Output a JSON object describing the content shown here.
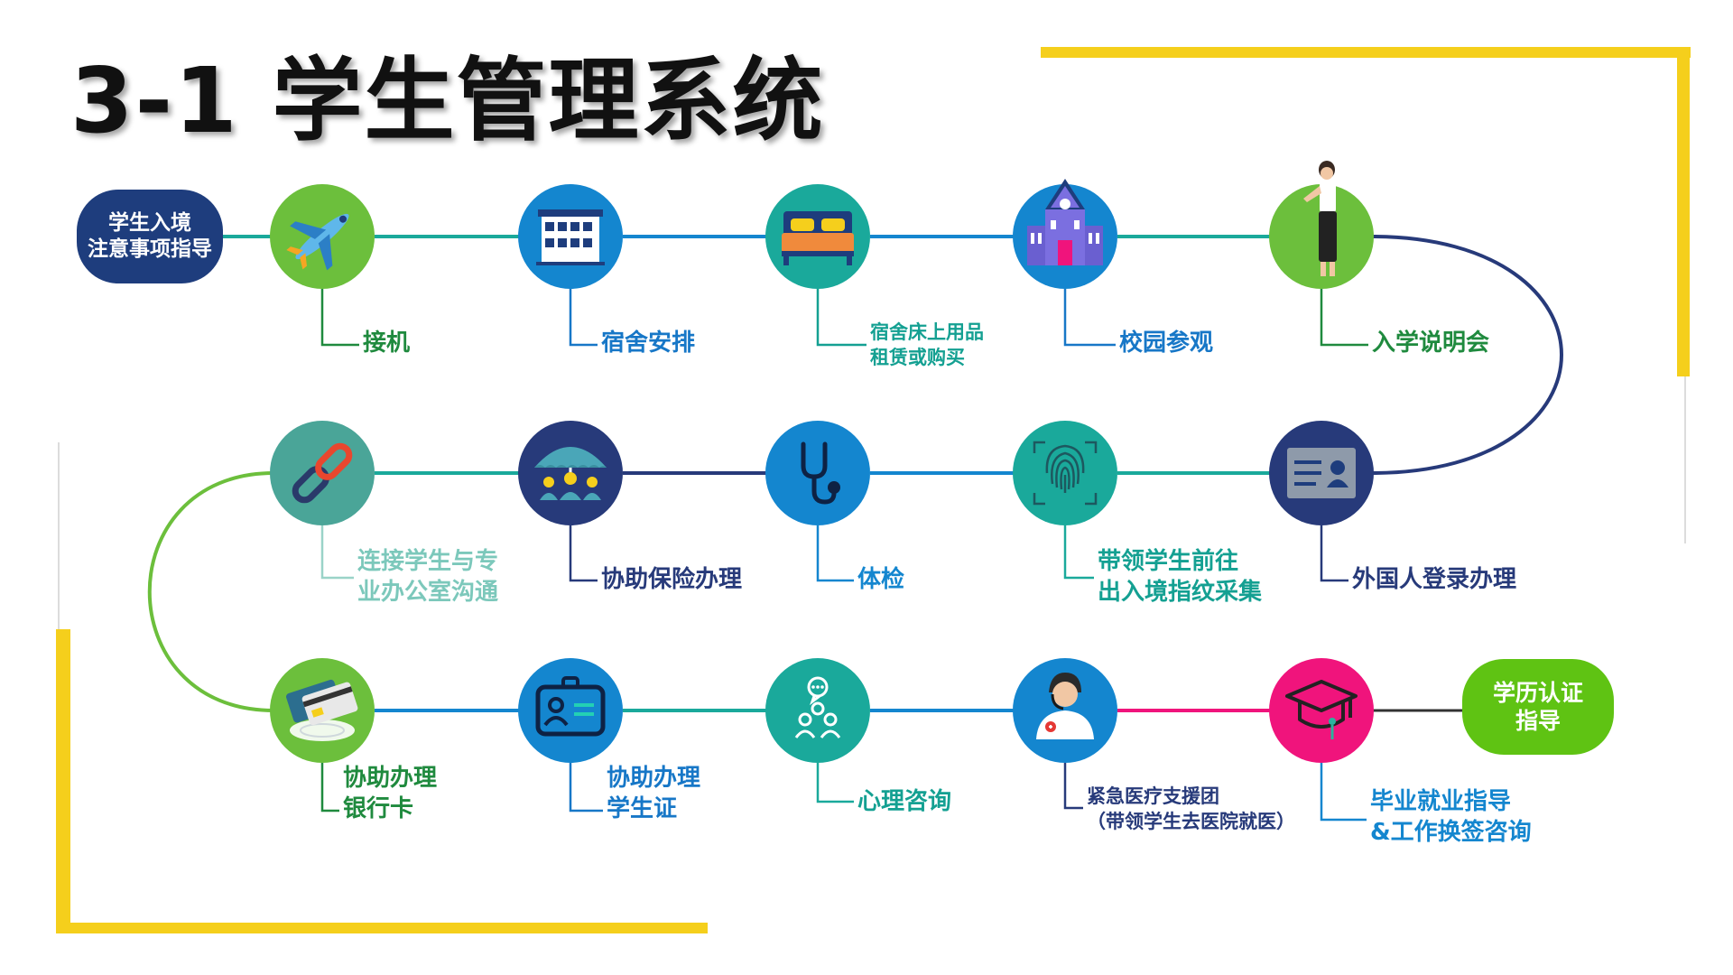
{
  "title": "3-1 学生管理系统",
  "start": "学生入境\n注意事项指导",
  "end": "学历认证\n指导",
  "steps": {
    "pickup": "接机",
    "dorm": "宿舍安排",
    "bedding": "宿舍床上用品\n租赁或购买",
    "tour": "校园参观",
    "orientation": "入学说明会",
    "registration": "外国人登录办理",
    "fingerprint": "带领学生前往\n出入境指纹采集",
    "checkup": "体检",
    "insurance": "协助保险办理",
    "connect": "连接学生与专\n业办公室沟通",
    "bank": "协助办理\n银行卡",
    "student_id": "协助办理\n学生证",
    "counseling": "心理咨询",
    "medical": "紧急医疗支援团\n（带领学生去医院就医）",
    "career": "毕业就业指导\n&工作换签咨询"
  },
  "colors": {
    "accent_yellow": "#f5cf1c",
    "navy": "#1e3d7d",
    "teal": "#1aa99b",
    "green": "#6cbf3c",
    "blue": "#1486cf",
    "pink": "#f0147c",
    "label_green": "#1f8a3e",
    "label_blue": "#1777c7",
    "label_teal": "#14a092",
    "label_navy": "#273a7a"
  }
}
